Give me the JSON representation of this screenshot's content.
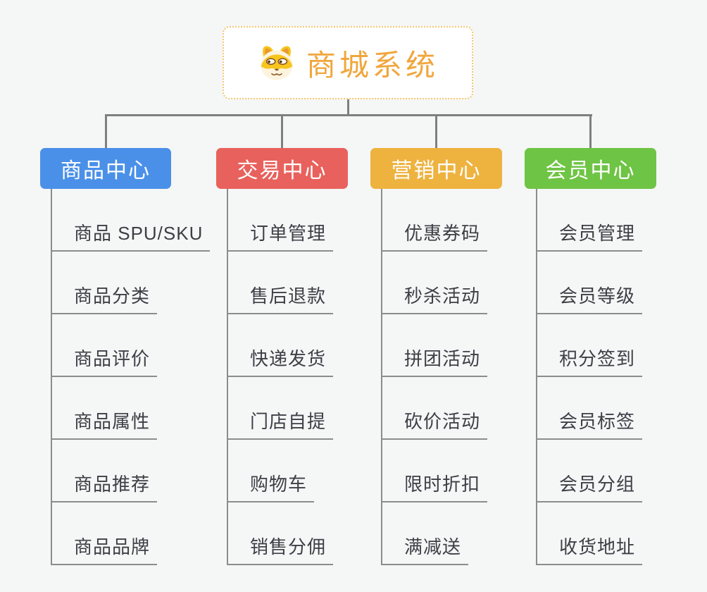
{
  "root": {
    "title": "商城系统",
    "icon": "dog-face-icon",
    "title_color": "#f0a63c",
    "border_color": "#f3c66f"
  },
  "connector_color": "#7f7f7f",
  "branches": [
    {
      "label": "商品中心",
      "color": "#4a90e8",
      "items": [
        "商品 SPU/SKU",
        "商品分类",
        "商品评价",
        "商品属性",
        "商品推荐",
        "商品品牌"
      ]
    },
    {
      "label": "交易中心",
      "color": "#e8615c",
      "items": [
        "订单管理",
        "售后退款",
        "快递发货",
        "门店自提",
        "购物车",
        "销售分佣"
      ]
    },
    {
      "label": "营销中心",
      "color": "#eeb23f",
      "items": [
        "优惠券码",
        "秒杀活动",
        "拼团活动",
        "砍价活动",
        "限时折扣",
        "满减送"
      ]
    },
    {
      "label": "会员中心",
      "color": "#6ec444",
      "items": [
        "会员管理",
        "会员等级",
        "积分签到",
        "会员标签",
        "会员分组",
        "收货地址"
      ]
    }
  ]
}
